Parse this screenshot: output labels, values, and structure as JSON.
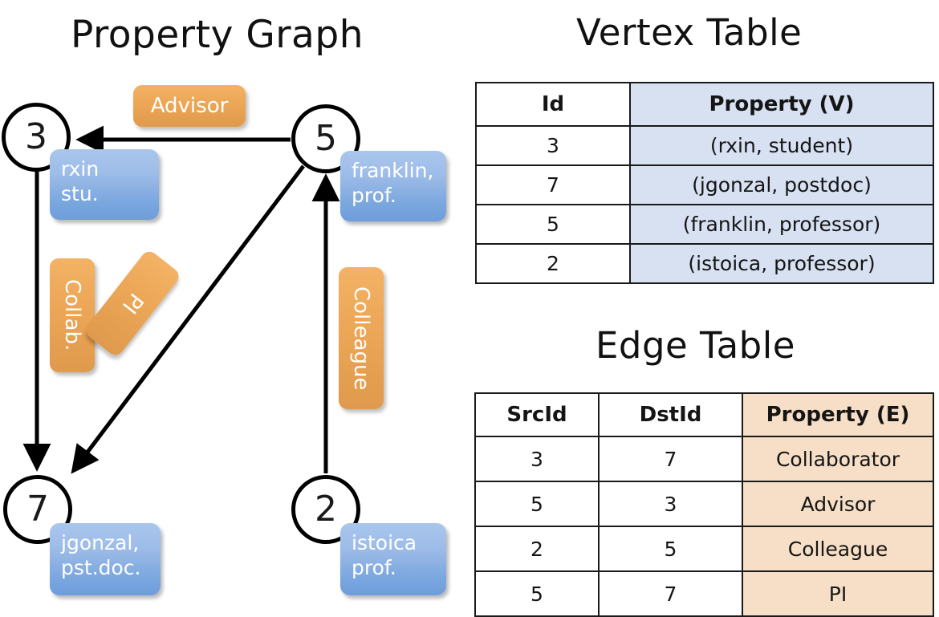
{
  "titles": {
    "property_graph": "Property Graph",
    "vertex_table": "Vertex Table",
    "edge_table": "Edge Table"
  },
  "colors": {
    "vertex_property_fill": "#d7e1f2",
    "edge_property_fill": "#f6dfc6",
    "vertex_box_blue": "#7ba7df",
    "edge_label_orange": "#eda959",
    "stroke": "#1a1a1a",
    "background": "#ffffff"
  },
  "graph": {
    "nodes": [
      {
        "id": "3",
        "label": "3",
        "property_line1": "rxin",
        "property_line2": "stu."
      },
      {
        "id": "5",
        "label": "5",
        "property_line1": "franklin,",
        "property_line2": "prof."
      },
      {
        "id": "7",
        "label": "7",
        "property_line1": "jgonzal,",
        "property_line2": "pst.doc."
      },
      {
        "id": "2",
        "label": "2",
        "property_line1": "istoica",
        "property_line2": "prof."
      }
    ],
    "edge_labels": [
      {
        "key": "advisor",
        "text": "Advisor",
        "orientation": "horizontal"
      },
      {
        "key": "collab",
        "text": "Collab.",
        "orientation": "vertical"
      },
      {
        "key": "pi",
        "text": "PI",
        "orientation": "rotated"
      },
      {
        "key": "colleague",
        "text": "Colleague",
        "orientation": "vertical"
      }
    ],
    "edges": [
      {
        "from": "5",
        "to": "3",
        "label": "Advisor"
      },
      {
        "from": "3",
        "to": "7",
        "label": "Collab."
      },
      {
        "from": "5",
        "to": "7",
        "label": "PI"
      },
      {
        "from": "2",
        "to": "5",
        "label": "Colleague"
      }
    ]
  },
  "vertex_table": {
    "headers": [
      "Id",
      "Property (V)"
    ],
    "rows": [
      {
        "id": "3",
        "property": "(rxin, student)"
      },
      {
        "id": "7",
        "property": "(jgonzal, postdoc)"
      },
      {
        "id": "5",
        "property": "(franklin, professor)"
      },
      {
        "id": "2",
        "property": "(istoica, professor)"
      }
    ]
  },
  "edge_table": {
    "headers": [
      "SrcId",
      "DstId",
      "Property (E)"
    ],
    "rows": [
      {
        "src": "3",
        "dst": "7",
        "property": "Collaborator"
      },
      {
        "src": "5",
        "dst": "3",
        "property": "Advisor"
      },
      {
        "src": "2",
        "dst": "5",
        "property": "Colleague"
      },
      {
        "src": "5",
        "dst": "7",
        "property": "PI"
      }
    ]
  }
}
